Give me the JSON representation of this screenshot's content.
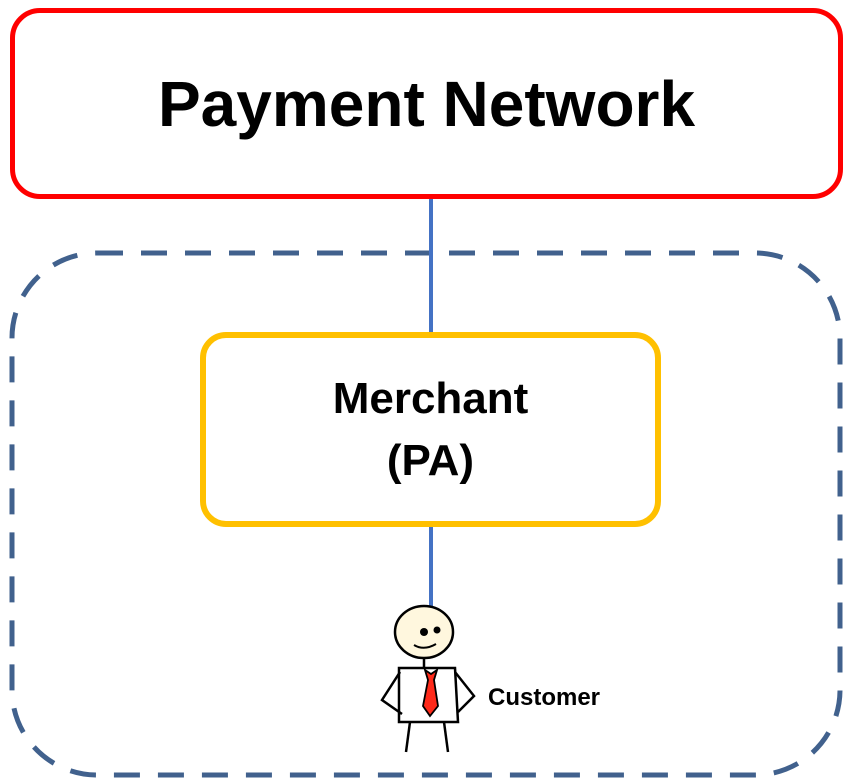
{
  "diagram": {
    "payment_network": {
      "label": "Payment Network",
      "border_color": "#ff0000"
    },
    "merchant": {
      "label_line1": "Merchant",
      "label_line2": "(PA)",
      "border_color": "#ffc000"
    },
    "customer": {
      "label": "Customer",
      "icon": "person-icon"
    },
    "zone": {
      "border_color": "#41618d",
      "style": "dashed"
    },
    "connector_color": "#4472c4"
  }
}
